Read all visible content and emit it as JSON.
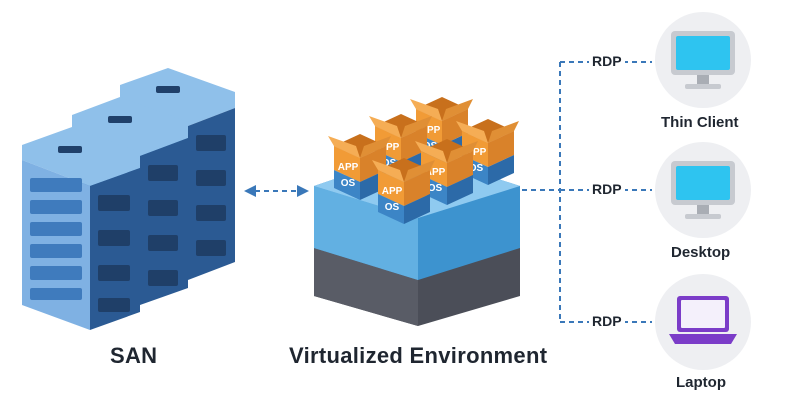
{
  "labels": {
    "san": "SAN",
    "virtualized": "Virtualized Environment",
    "thin_client": "Thin Client",
    "desktop": "Desktop",
    "laptop": "Laptop",
    "rdp": "RDP",
    "app": "APP",
    "os": "OS"
  },
  "colors": {
    "server_dark": "#2b5a93",
    "server_mid": "#3f7bbd",
    "server_light": "#7fb1e3",
    "base_top": "#8fcaf0",
    "base_side": "#3d93cf",
    "base_dark": "#4b4e58",
    "box_orange": "#f19b36",
    "box_blue": "#3c85c6",
    "screen": "#2ec4f0",
    "laptop": "#7b3cc8",
    "circle": "#eeeff2",
    "connector": "#3a78b9"
  }
}
